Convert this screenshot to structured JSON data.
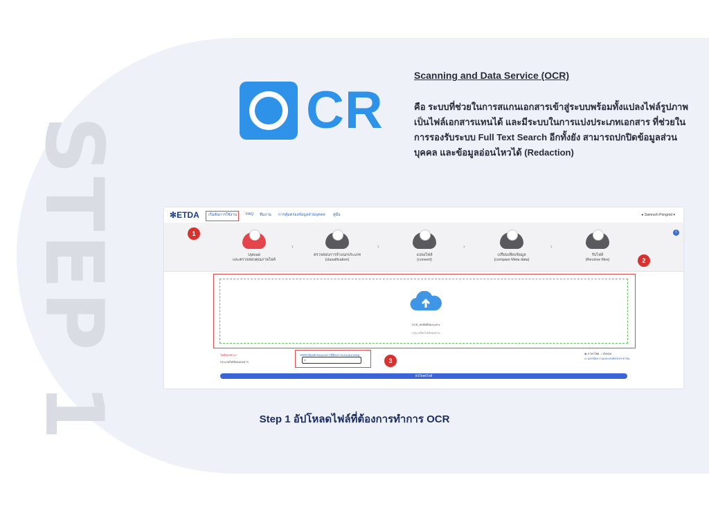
{
  "side_label": "STEP 1",
  "logo": {
    "text": "CR",
    "color": "#2d92e8"
  },
  "description": {
    "title": "Scanning and Data Service (OCR)",
    "body": "คือ ระบบที่ช่วยในการสแกนเอกสารเข้าสู่ระบบพร้อมทั้งแปลงไฟล์รูปภาพเป็นไฟล์เอกสารแทนได้ และมีระบบในการแบ่งประเภทเอกสาร ที่ช่วยในการรองรับระบบ Full Text Search อีกทั้งยัง สามารถปกปิดข้อมูลส่วนบุคคล และข้อมูลอ่อนไหวได้ (Redaction)"
  },
  "screenshot": {
    "brand": "ETDA",
    "nav": [
      "เริ่มต้นการใช้งาน",
      "FAQ",
      "ทีมงาน",
      "การคุ้มครองข้อมูลส่วนบุคคล",
      "คู่มือ"
    ],
    "user": "Samruch Pongrod",
    "steps": [
      {
        "label": "Upload",
        "sub": "และตรวจสอบคุณภาพไฟล์"
      },
      {
        "label": "ตรวจสอบการจำแนกประเภท",
        "sub": "(classification)"
      },
      {
        "label": "แปลงไฟล์",
        "sub": "(convert)"
      },
      {
        "label": "เปรียบเทียบข้อมูล",
        "sub": "(compare Meta data)"
      },
      {
        "label": "รับไฟล์",
        "sub": "(Receive files)"
      }
    ],
    "drop_text": "OCR_ผลลัพธ์ของ.pdf",
    "drop_sub": "กรุณาเลือกไฟล์ของท่าน",
    "form_label_required": "ไฟล์ของท่าน *",
    "form_label": "ประเภทไฟล์ของเอกสาร",
    "form_hint": "รหัสหัวข้อหลักของเอกสารที่ต้องการแปลงหมวดหมู่",
    "input_value": "1",
    "radio_1": "ภาษาไทย",
    "radio_2": "อังกฤษ",
    "checkbox": "แยกข้อความและเลขบัตรประชาชน",
    "upload_button": "อัปโหลดไฟล์",
    "markers": [
      "1",
      "2",
      "3"
    ]
  },
  "caption": {
    "bold": "Step 1",
    "text": " อัปโหลดไฟล์ที่ต้องการทำการ OCR"
  }
}
